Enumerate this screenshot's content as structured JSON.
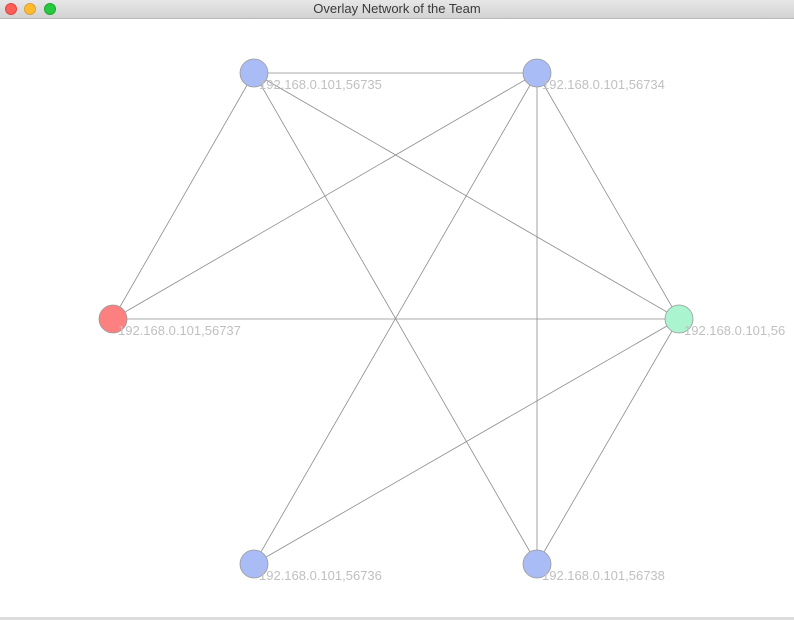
{
  "window": {
    "title": "Overlay Network of the Team"
  },
  "graph": {
    "nodes": [
      {
        "id": "n1",
        "label": "192.168.0.101,56735",
        "color": "#aabcf5"
      },
      {
        "id": "n2",
        "label": "192.168.0.101,56734",
        "color": "#aabcf5"
      },
      {
        "id": "n3",
        "label": "192.168.0.101,56737",
        "color": "#fc8080"
      },
      {
        "id": "n4",
        "label": "192.168.0.101,56",
        "color": "#aaf5cf"
      },
      {
        "id": "n5",
        "label": "192.168.0.101,56736",
        "color": "#aabcf5"
      },
      {
        "id": "n6",
        "label": "192.168.0.101,56738",
        "color": "#aabcf5"
      }
    ],
    "edges": [
      [
        "n1",
        "n2"
      ],
      [
        "n1",
        "n3"
      ],
      [
        "n1",
        "n4"
      ],
      [
        "n1",
        "n6"
      ],
      [
        "n2",
        "n3"
      ],
      [
        "n2",
        "n4"
      ],
      [
        "n2",
        "n5"
      ],
      [
        "n2",
        "n6"
      ],
      [
        "n3",
        "n4"
      ],
      [
        "n4",
        "n5"
      ],
      [
        "n4",
        "n6"
      ]
    ]
  }
}
